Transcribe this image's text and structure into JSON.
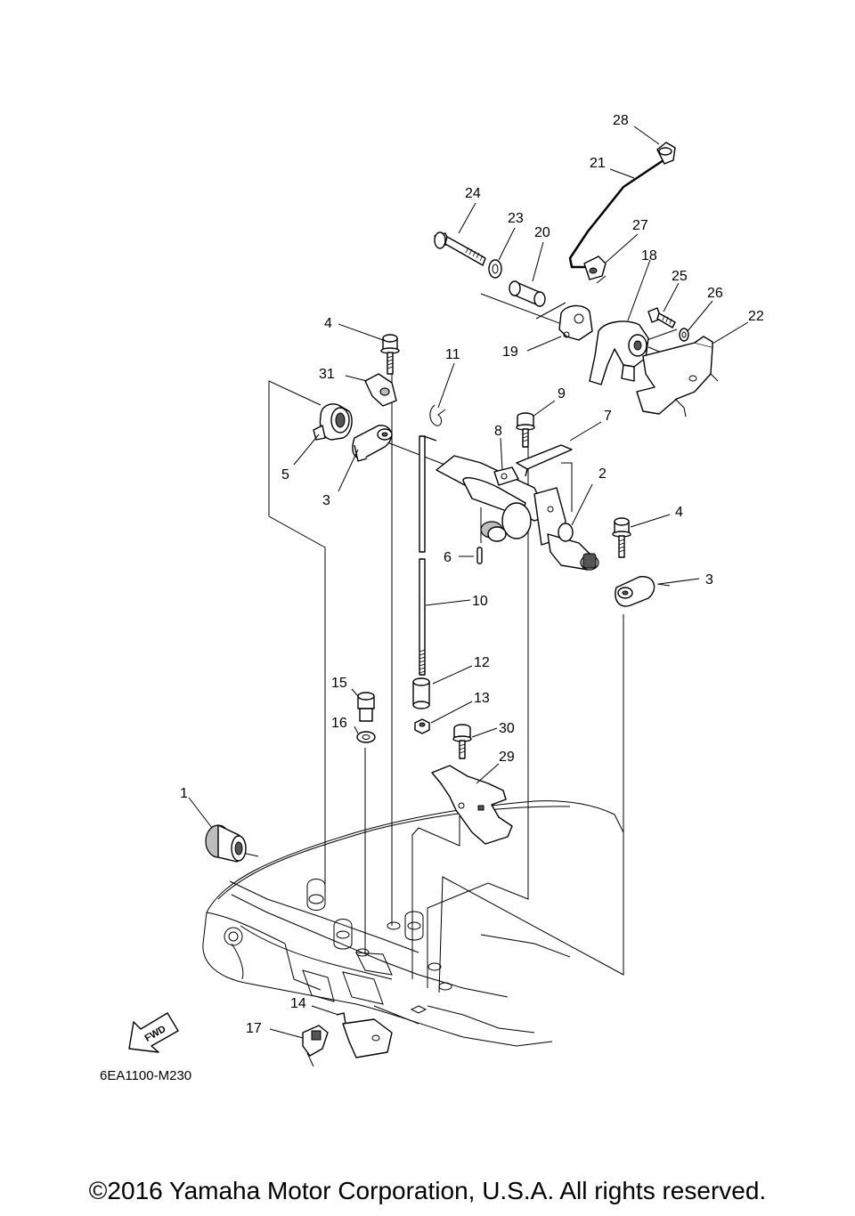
{
  "diagram": {
    "code": "6EA1100-M230",
    "fwd_label": "FWD",
    "callouts": {
      "c1": "1",
      "c2": "2",
      "c3a": "3",
      "c3b": "3",
      "c4a": "4",
      "c4b": "4",
      "c5": "5",
      "c6": "6",
      "c7": "7",
      "c8": "8",
      "c9": "9",
      "c10": "10",
      "c11": "11",
      "c12": "12",
      "c13": "13",
      "c14": "14",
      "c15": "15",
      "c16": "16",
      "c17": "17",
      "c18": "18",
      "c19": "19",
      "c20": "20",
      "c21": "21",
      "c22": "22",
      "c23": "23",
      "c24": "24",
      "c25": "25",
      "c26": "26",
      "c27": "27",
      "c28": "28",
      "c29": "29",
      "c30": "30",
      "c31": "31"
    }
  },
  "footer": {
    "copyright": "©2016 Yamaha Motor Corporation, U.S.A. All rights reserved."
  }
}
